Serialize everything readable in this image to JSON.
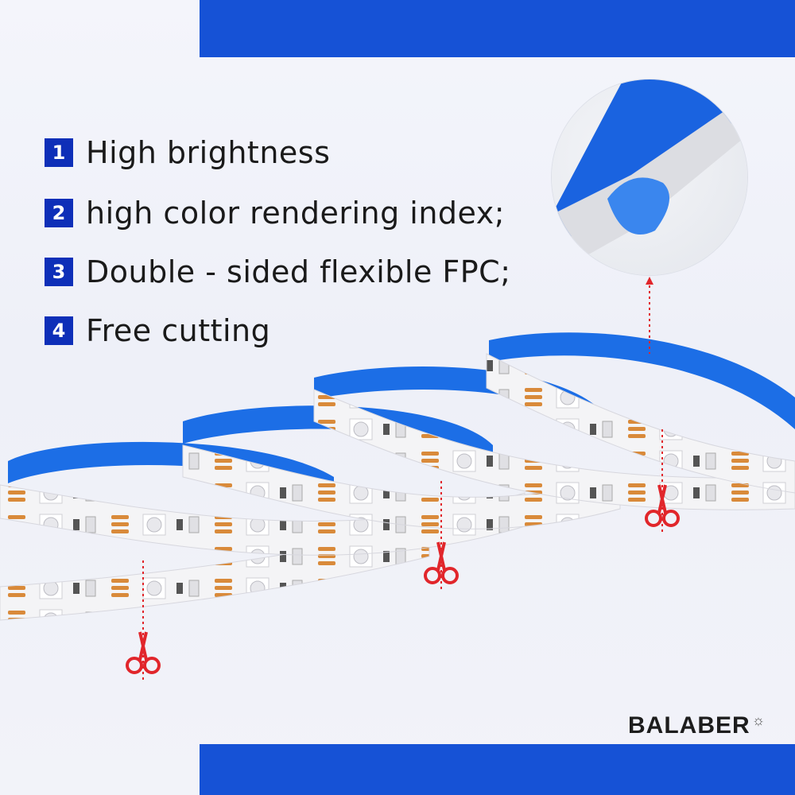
{
  "features": [
    {
      "number": "1",
      "text": "High brightness"
    },
    {
      "number": "2",
      "text": "high color rendering index;"
    },
    {
      "number": "3",
      "text": "Double - sided flexible FPC;"
    },
    {
      "number": "4",
      "text": "Free cutting"
    }
  ],
  "brand": "BALABER",
  "colors": {
    "band": "#1652d6",
    "badge": "#0e2fb8",
    "tape": "#1c6ee6",
    "pcb": "#f4f4f6",
    "pad": "#d98a3a",
    "cut": "#e1262b"
  },
  "icons": {
    "cut_marker": "scissors-icon",
    "brand_mark": "light-bulb-icon"
  }
}
